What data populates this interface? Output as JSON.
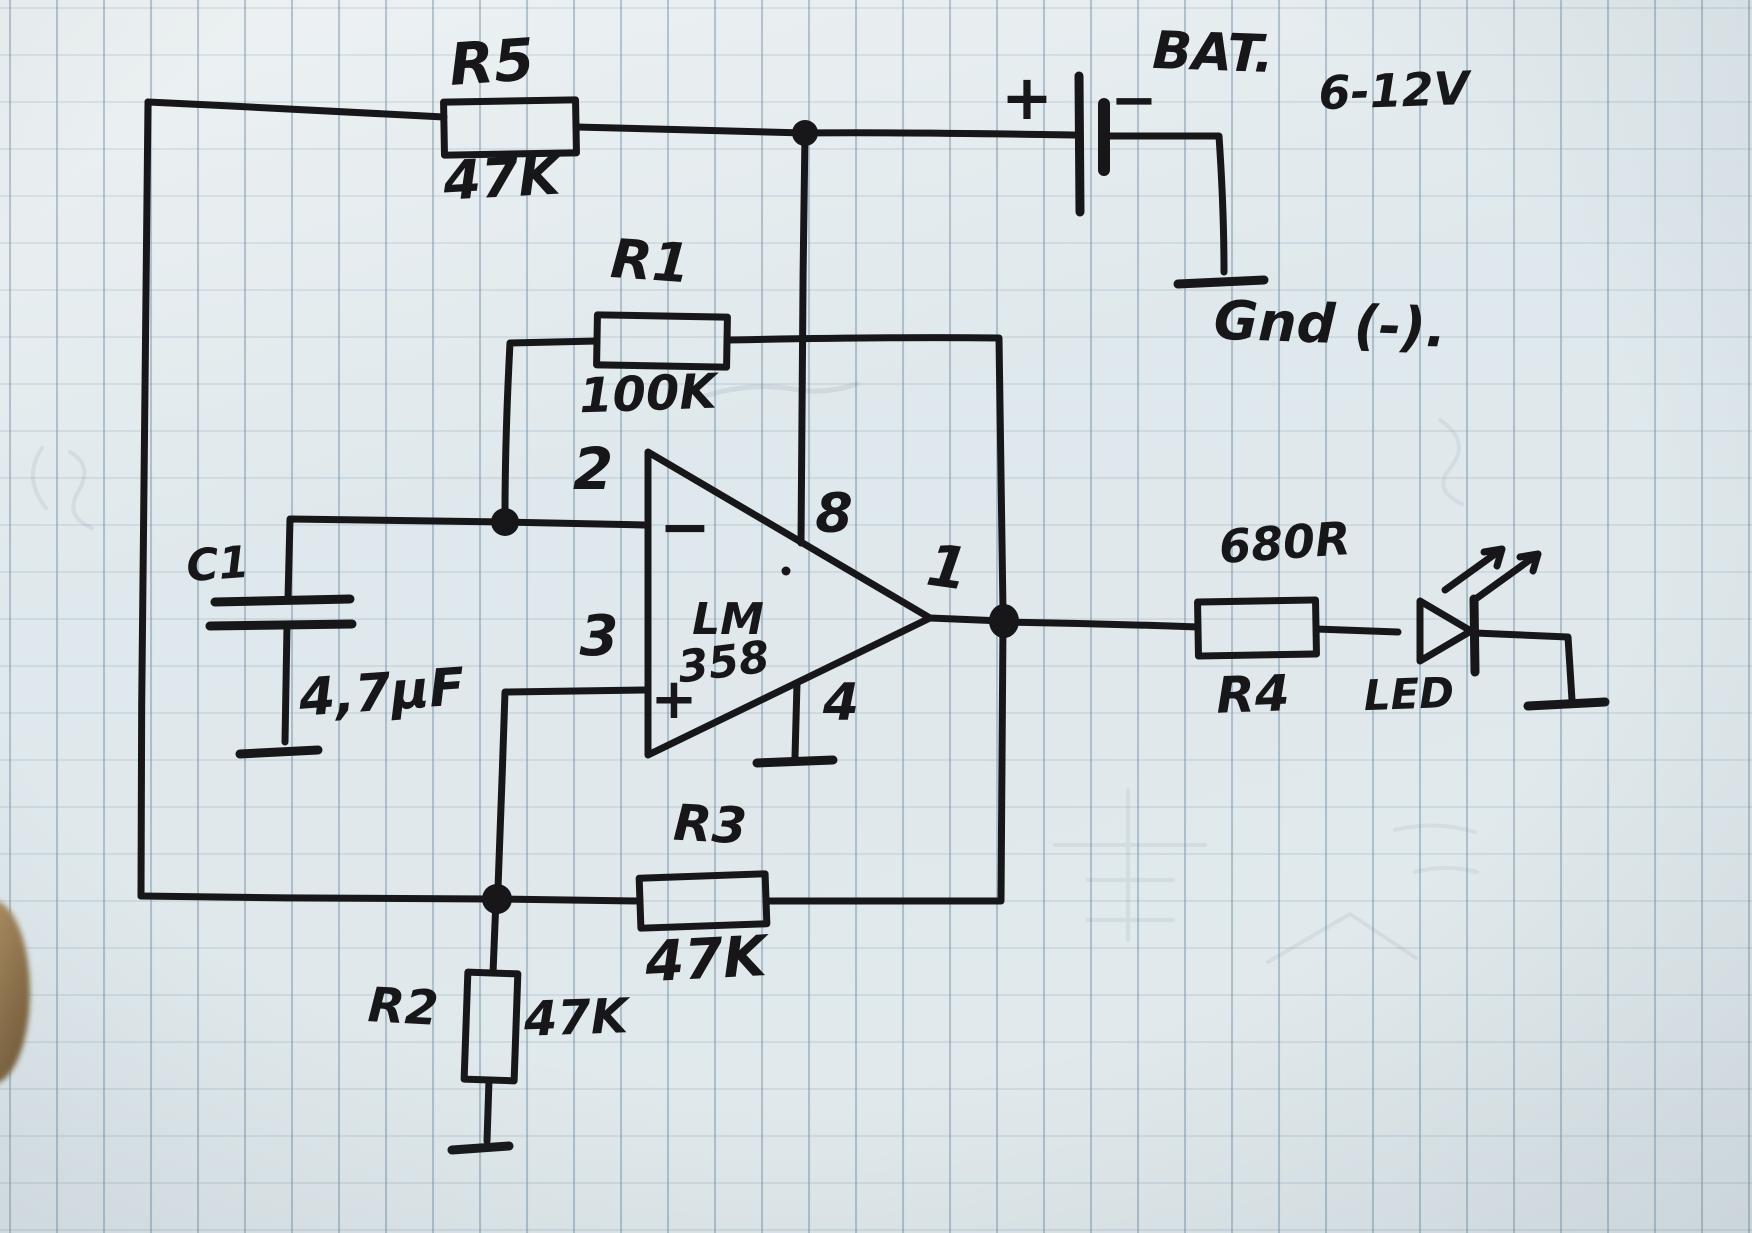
{
  "colors": {
    "ink": "#17171a",
    "paper": "#e2eaed",
    "grid_line": "#6f8ba3",
    "finger": "#a5854f"
  },
  "ground_label": "Gnd (-).",
  "components": {
    "r5": {
      "name": "R5",
      "value": "47K"
    },
    "r1": {
      "name": "R1",
      "value": "100K"
    },
    "r2": {
      "name": "R2",
      "value": "47K"
    },
    "r3": {
      "name": "R3",
      "value": "47K"
    },
    "r4": {
      "name": "R4",
      "value": "680R"
    },
    "c1": {
      "name": "C1",
      "value": "4,7µF"
    },
    "led": {
      "name": "LED"
    },
    "opamp": {
      "part_line1": "LM",
      "part_line2": "358",
      "minus_sign": "−",
      "plus_sign": "+",
      "pins": {
        "inverting_input": "2",
        "noninverting_input": "3",
        "output": "1",
        "v_plus": "8",
        "v_minus": "4"
      }
    },
    "battery": {
      "name": "BAT.",
      "voltage": "6-12V",
      "plus_sign": "+",
      "minus_sign": "−"
    }
  }
}
